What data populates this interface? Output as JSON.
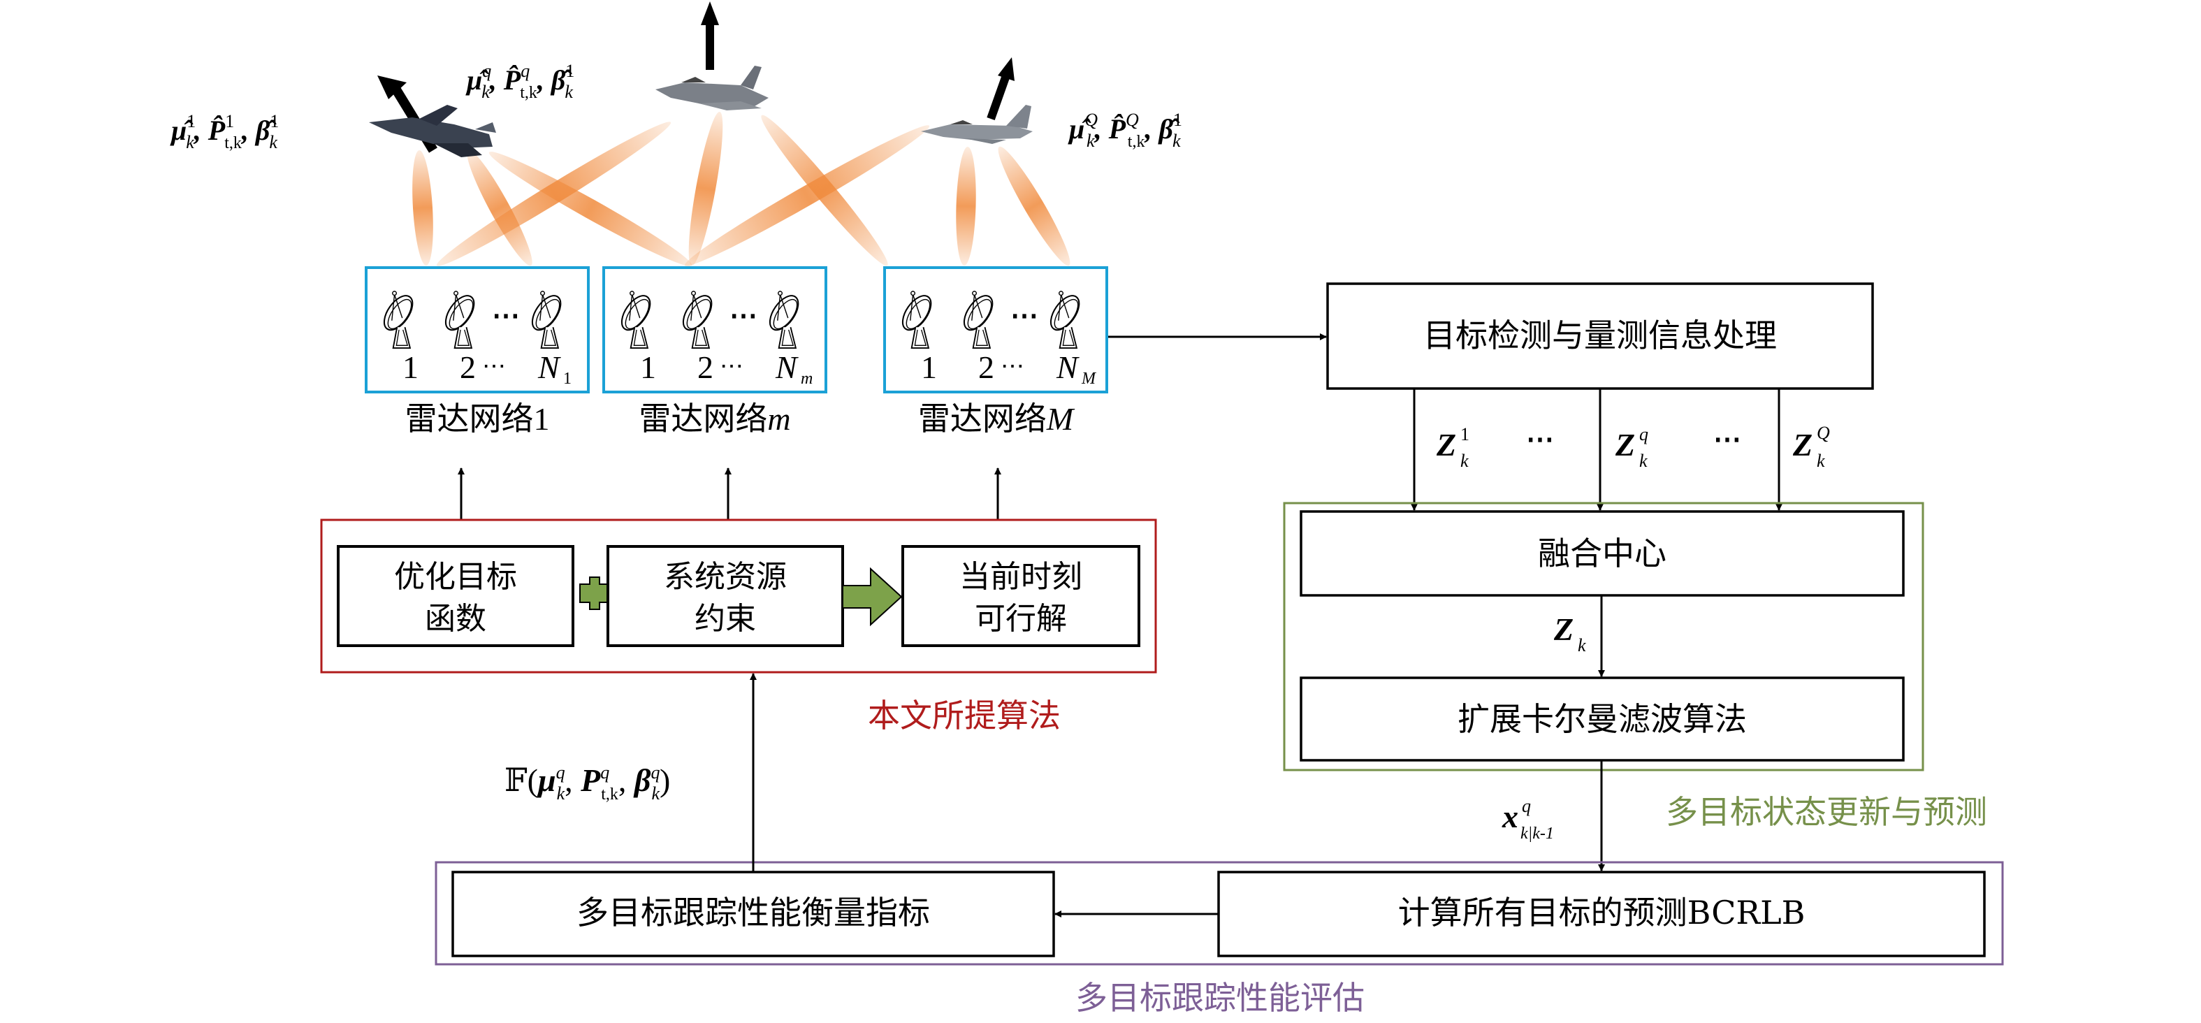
{
  "colors": {
    "radar_box": "#1ba1d6",
    "algorithm_box": "#b01c1c",
    "fusion_group": "#76904a",
    "evaluation_group": "#7d5f96",
    "beam": "#f08a3c",
    "plus_arrow": "#7da24a",
    "line": "#000000"
  },
  "targets": [
    {
      "id": "target-1",
      "state": {
        "mu": "μ̂",
        "mu_sup": "1",
        "P": "P̂",
        "P_sup": "1",
        "P_sub": "t,k",
        "beta": "β̂",
        "beta_sup": "1",
        "sub": "k"
      }
    },
    {
      "id": "target-q",
      "state": {
        "mu": "μ̂",
        "mu_sup": "q",
        "P": "P̂",
        "P_sup": "q",
        "P_sub": "t,k",
        "beta": "β̂",
        "beta_sup": "1",
        "sub": "k"
      }
    },
    {
      "id": "target-Q",
      "state": {
        "mu": "μ̂",
        "mu_sup": "Q",
        "P": "P̂",
        "P_sup": "Q",
        "P_sub": "t,k",
        "beta": "β̂",
        "beta_sup": "1",
        "sub": "k"
      }
    }
  ],
  "radar_networks": [
    {
      "label": "雷达网络",
      "suffix": "1",
      "suffix_italic": false,
      "radars": [
        "1",
        "2",
        "N"
      ],
      "last_sub": "1",
      "ellipsis": "⋯"
    },
    {
      "label": "雷达网络",
      "suffix": "m",
      "suffix_italic": true,
      "radars": [
        "1",
        "2",
        "N"
      ],
      "last_sub": "m",
      "ellipsis": "⋯"
    },
    {
      "label": "雷达网络",
      "suffix": "M",
      "suffix_italic": true,
      "radars": [
        "1",
        "2",
        "N"
      ],
      "last_sub": "M",
      "ellipsis": "⋯"
    }
  ],
  "algorithm": {
    "group_label": "本文所提算法",
    "blocks": [
      {
        "line1": "优化目标",
        "line2": "函数"
      },
      {
        "line1": "系统资源",
        "line2": "约束"
      },
      {
        "line1": "当前时刻",
        "line2": "可行解"
      }
    ]
  },
  "detection": {
    "label": "目标检测与量测信息处理"
  },
  "measurements": {
    "items": [
      {
        "sym": "Z",
        "sup": "1",
        "sub": "k"
      },
      {
        "sym": "Z",
        "sup": "q",
        "sub": "k"
      },
      {
        "sym": "Z",
        "sup": "Q",
        "sub": "k"
      }
    ],
    "ellipsis": "⋯"
  },
  "fusion_group": {
    "label": "多目标状态更新与预测",
    "fusion_center": "融合中心",
    "fused_measurement": {
      "sym": "Z",
      "sub": "k"
    },
    "filter": "扩展卡尔曼滤波算法"
  },
  "prediction": {
    "sym": "x",
    "sup": "q",
    "sub": "k|k-1"
  },
  "evaluation_group": {
    "label": "多目标跟踪性能评估",
    "bcrlb": "计算所有目标的预测BCRLB",
    "metric": "多目标跟踪性能衡量指标"
  },
  "feedback": {
    "func": "𝔽(",
    "mu": "μ",
    "mu_sup": "q",
    "mu_sub": "k",
    "P": "P",
    "P_sup": "q",
    "P_sub": "t,k",
    "beta": "β",
    "beta_sup": "q",
    "beta_sub": "k",
    "close": ")"
  }
}
